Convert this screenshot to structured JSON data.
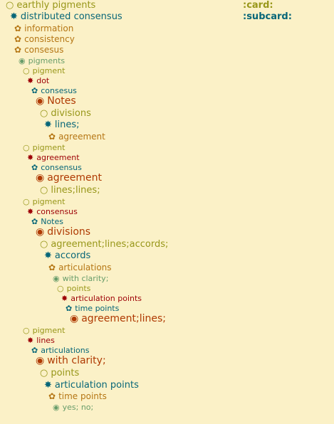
{
  "tags": {
    "card": ":card:",
    "subcard": ":subcard:"
  },
  "colors": {
    "background": "#fbf1c7",
    "level1": "#98971a",
    "level2": "#076678",
    "level3": "#b57614",
    "level4": "#689d6a",
    "level5": "#98971a",
    "level6": "#9d0006",
    "level7": "#076678",
    "level8": "#af3a03"
  },
  "tree": [
    {
      "bullet": "○",
      "text": "earthly pigments"
    },
    {
      "bullet": "✸",
      "text": "distributed consensus"
    },
    {
      "bullet": "✿",
      "text": "information"
    },
    {
      "bullet": "✿",
      "text": "consistency"
    },
    {
      "bullet": "✿",
      "text": "consesus"
    },
    {
      "bullet": "◉",
      "text": "pigments"
    },
    {
      "bullet": "○",
      "text": "pigment"
    },
    {
      "bullet": "✸",
      "text": "dot"
    },
    {
      "bullet": "✿",
      "text": "consesus"
    },
    {
      "bullet": "◉",
      "text": "Notes"
    },
    {
      "bullet": "○",
      "text": "divisions"
    },
    {
      "bullet": "✸",
      "text": "lines;"
    },
    {
      "bullet": "✿",
      "text": "agreement"
    },
    {
      "bullet": "○",
      "text": "pigment"
    },
    {
      "bullet": "✸",
      "text": "agreement"
    },
    {
      "bullet": "✿",
      "text": "consensus"
    },
    {
      "bullet": "◉",
      "text": "agreement"
    },
    {
      "bullet": "○",
      "text": "lines;lines;"
    },
    {
      "bullet": "○",
      "text": "pigment"
    },
    {
      "bullet": "✸",
      "text": "consensus"
    },
    {
      "bullet": "✿",
      "text": "Notes"
    },
    {
      "bullet": "◉",
      "text": "divisions"
    },
    {
      "bullet": "○",
      "text": "agreement;lines;accords;"
    },
    {
      "bullet": "✸",
      "text": "accords"
    },
    {
      "bullet": "✿",
      "text": "articulations"
    },
    {
      "bullet": "◉",
      "text": "with clarity;"
    },
    {
      "bullet": "○",
      "text": "points"
    },
    {
      "bullet": "✸",
      "text": "articulation points"
    },
    {
      "bullet": "✿",
      "text": "time points"
    },
    {
      "bullet": "◉",
      "text": "agreement;lines;"
    },
    {
      "bullet": "○",
      "text": "pigment"
    },
    {
      "bullet": "✸",
      "text": "lines"
    },
    {
      "bullet": "✿",
      "text": "articulations"
    },
    {
      "bullet": "◉",
      "text": "with clarity;"
    },
    {
      "bullet": "○",
      "text": "points"
    },
    {
      "bullet": "✸",
      "text": "articulation points"
    },
    {
      "bullet": "✿",
      "text": "time points"
    },
    {
      "bullet": "◉",
      "text": "yes; no;"
    }
  ]
}
